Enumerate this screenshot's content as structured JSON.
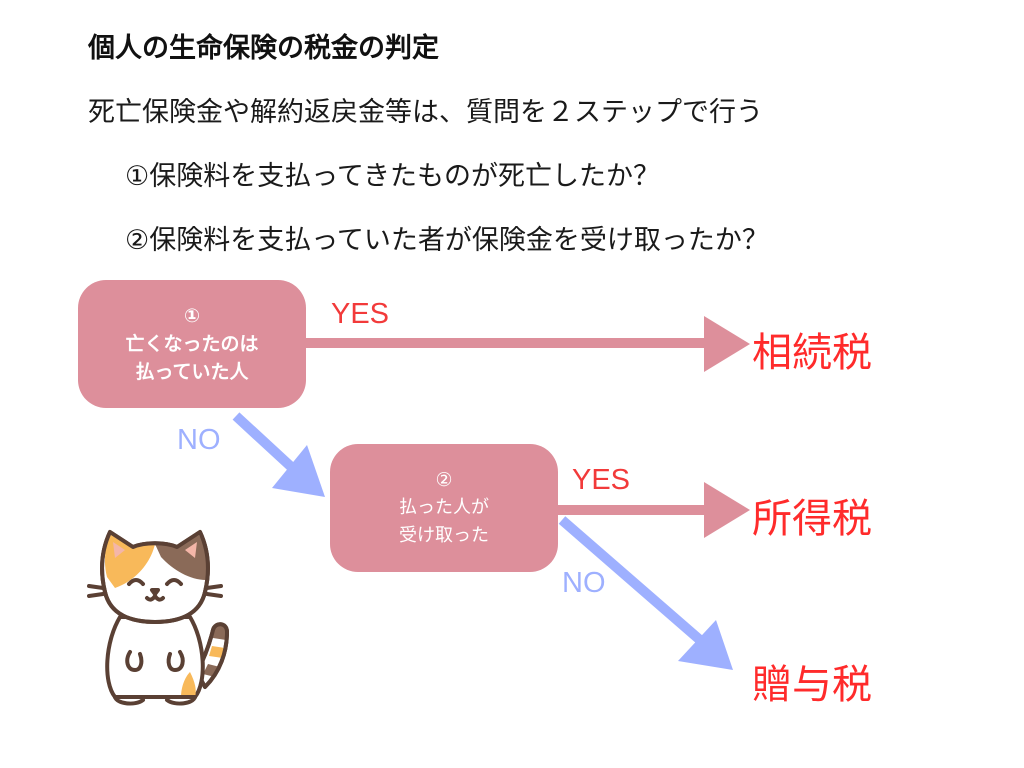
{
  "header": {
    "title": "個人の生命保険の税金の判定",
    "intro": "死亡保険金や解約返戻金等は、質問を２ステップで行う",
    "questions": [
      "①保険料を支払ってきたものが死亡したか？",
      "②保険料を支払っていた者が保険金を受け取ったか？"
    ]
  },
  "flowchart": {
    "nodes": [
      {
        "number": "①",
        "line1": "亡くなったのは",
        "line2": "払っていた人"
      },
      {
        "number": "②",
        "line1": "払った人が",
        "line2": "受け取った"
      }
    ],
    "edges": {
      "yes_label": "YES",
      "no_label": "NO"
    },
    "outcomes": [
      "相続税",
      "所得税",
      "贈与税"
    ]
  },
  "colors": {
    "node_fill": "#dd8f9b",
    "yes_arrow": "#dd8f9b",
    "no_arrow": "#9eb0ff",
    "yes_text": "#f23a3a",
    "no_text": "#9eb0ff",
    "outcome_text": "#ff2b2b"
  },
  "illustration": {
    "icon": "calico-cat-icon"
  }
}
